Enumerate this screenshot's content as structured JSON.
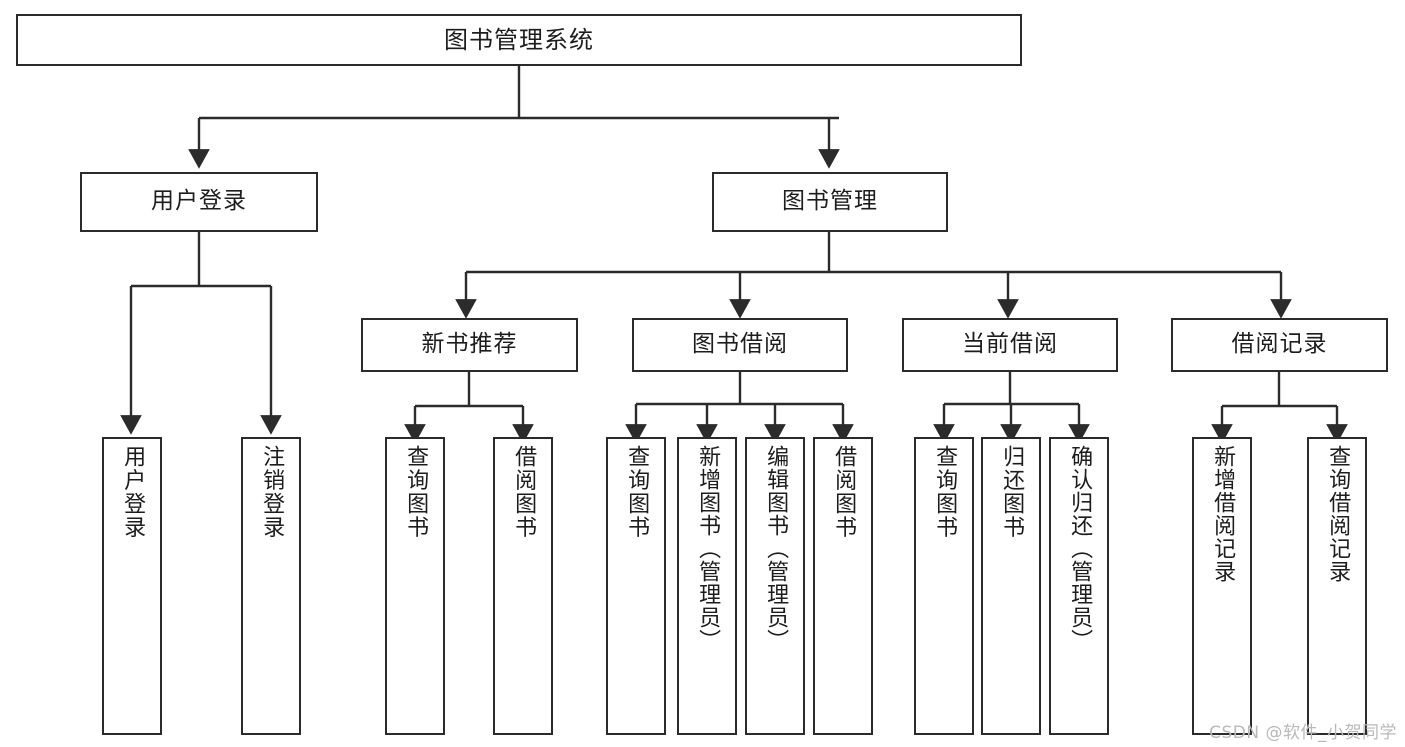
{
  "diagram": {
    "title": "图书管理系统",
    "type": "tree-hierarchy-diagram",
    "watermark": "CSDN @软件_小贺同学",
    "colors": {
      "stroke": "#2b2b2b",
      "fill": "#ffffff",
      "text": "#1d1d1d",
      "watermark": "#b9b9b9"
    }
  },
  "nodes": {
    "root": {
      "label": "图书管理系统"
    },
    "level2": [
      {
        "id": "user-login",
        "label": "用户登录"
      },
      {
        "id": "book-manage",
        "label": "图书管理"
      }
    ],
    "level3": [
      {
        "id": "new-book-recommend",
        "label": "新书推荐"
      },
      {
        "id": "book-borrow",
        "label": "图书借阅"
      },
      {
        "id": "current-borrow",
        "label": "当前借阅"
      },
      {
        "id": "borrow-record",
        "label": "借阅记录"
      }
    ],
    "leaves": {
      "user-login": [
        {
          "id": "leaf-user-login",
          "label": "用户登录"
        },
        {
          "id": "leaf-logout-login",
          "label": "注销登录"
        }
      ],
      "new-book-recommend": [
        {
          "id": "leaf-query-book-1",
          "label": "查询图书"
        },
        {
          "id": "leaf-borrow-book-1",
          "label": "借阅图书"
        }
      ],
      "book-borrow": [
        {
          "id": "leaf-query-book-2",
          "label": "查询图书"
        },
        {
          "id": "leaf-add-book",
          "label": "新增图书（管理员）"
        },
        {
          "id": "leaf-edit-book",
          "label": "编辑图书（管理员）"
        },
        {
          "id": "leaf-borrow-book-2",
          "label": "借阅图书"
        }
      ],
      "current-borrow": [
        {
          "id": "leaf-query-book-3",
          "label": "查询图书"
        },
        {
          "id": "leaf-return-book",
          "label": "归还图书"
        },
        {
          "id": "leaf-confirm-return",
          "label": "确认归还（管理员）"
        }
      ],
      "borrow-record": [
        {
          "id": "leaf-add-record",
          "label": "新增借阅记录"
        },
        {
          "id": "leaf-query-record",
          "label": "查询借阅记录"
        }
      ]
    }
  }
}
